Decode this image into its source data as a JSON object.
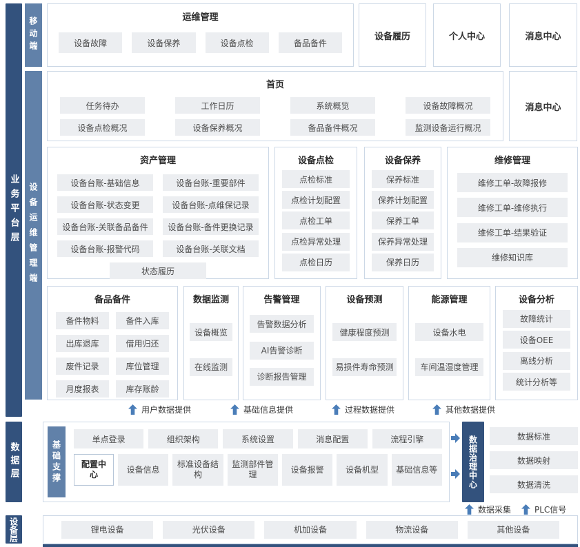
{
  "layers": {
    "business": "业务平台层",
    "data": "数据层",
    "device": "设备层"
  },
  "mobile": {
    "label": "移动端",
    "ops_panel": {
      "title": "运维管理",
      "items": [
        "设备故障",
        "设备保养",
        "设备点检",
        "备品备件"
      ]
    },
    "cards": [
      "设备履历",
      "个人中心",
      "消息中心"
    ]
  },
  "terminal": {
    "label": "设备运维管理端",
    "home": {
      "title": "首页",
      "row1": [
        "任务待办",
        "工作日历",
        "系统概览",
        "设备故障概况"
      ],
      "row2": [
        "设备点检概况",
        "设备保养概况",
        "备品备件概况",
        "监测设备运行概况"
      ]
    },
    "message_card": "消息中心",
    "asset": {
      "title": "资产管理",
      "items": [
        "设备台账-基础信息",
        "设备台账-重要部件",
        "设备台账-状态变更",
        "设备台账-点维保记录",
        "设备台账-关联备品备件",
        "设备台账-备件更换记录",
        "设备台账-报警代码",
        "设备台账-关联文档"
      ],
      "footer": "状态履历"
    },
    "inspection": {
      "title": "设备点检",
      "items": [
        "点检标准",
        "点检计划配置",
        "点检工单",
        "点检异常处理",
        "点检日历"
      ]
    },
    "maintenance": {
      "title": "设备保养",
      "items": [
        "保养标准",
        "保养计划配置",
        "保养工单",
        "保养异常处理",
        "保养日历"
      ]
    },
    "repair": {
      "title": "维修管理",
      "items": [
        "维修工单-故障报修",
        "维修工单-维修执行",
        "维修工单-结果验证",
        "维修知识库"
      ]
    },
    "spare": {
      "title": "备品备件",
      "items": [
        "备件物料",
        "备件入库",
        "出库退库",
        "借用归还",
        "废件记录",
        "库位管理",
        "月度报表",
        "库存账龄"
      ]
    },
    "monitor": {
      "title": "数据监测",
      "items": [
        "设备概览",
        "在线监测"
      ]
    },
    "alarm": {
      "title": "告警管理",
      "items": [
        "告警数据分析",
        "AI告警诊断",
        "诊断报告管理"
      ]
    },
    "predict": {
      "title": "设备预测",
      "items": [
        "健康程度预测",
        "易损件寿命预测"
      ]
    },
    "energy": {
      "title": "能源管理",
      "items": [
        "设备水电",
        "车间温湿度管理"
      ]
    },
    "analysis": {
      "title": "设备分析",
      "items": [
        "故障统计",
        "设备OEE",
        "离线分析",
        "统计分析等"
      ]
    }
  },
  "flow_arrows": [
    "用户数据提供",
    "基础信息提供",
    "过程数据提供",
    "其他数据提供"
  ],
  "data_layer": {
    "support_label": "基础支撑",
    "row1": [
      "单点登录",
      "组织架构",
      "系统设置",
      "消息配置",
      "流程引擎"
    ],
    "config_center": "配置中心",
    "row2": [
      "设备信息",
      "标准设备结构",
      "监测部件管理",
      "设备报警",
      "设备机型",
      "基础信息等"
    ],
    "governance": {
      "title": "数据治理中心",
      "items": [
        "数据标准",
        "数据映射",
        "数据清洗"
      ]
    },
    "bottom_arrows": [
      "数据采集",
      "PLC信号"
    ]
  },
  "device_layer": {
    "items": [
      "锂电设备",
      "光伏设备",
      "机加设备",
      "物流设备",
      "其他设备"
    ]
  },
  "colors": {
    "navy": "#33527d",
    "slate_blue": "#6181a9",
    "item_bg": "#eceef1",
    "panel_border": "#ccd8e6",
    "arrow_blue": "#4a7db8"
  }
}
